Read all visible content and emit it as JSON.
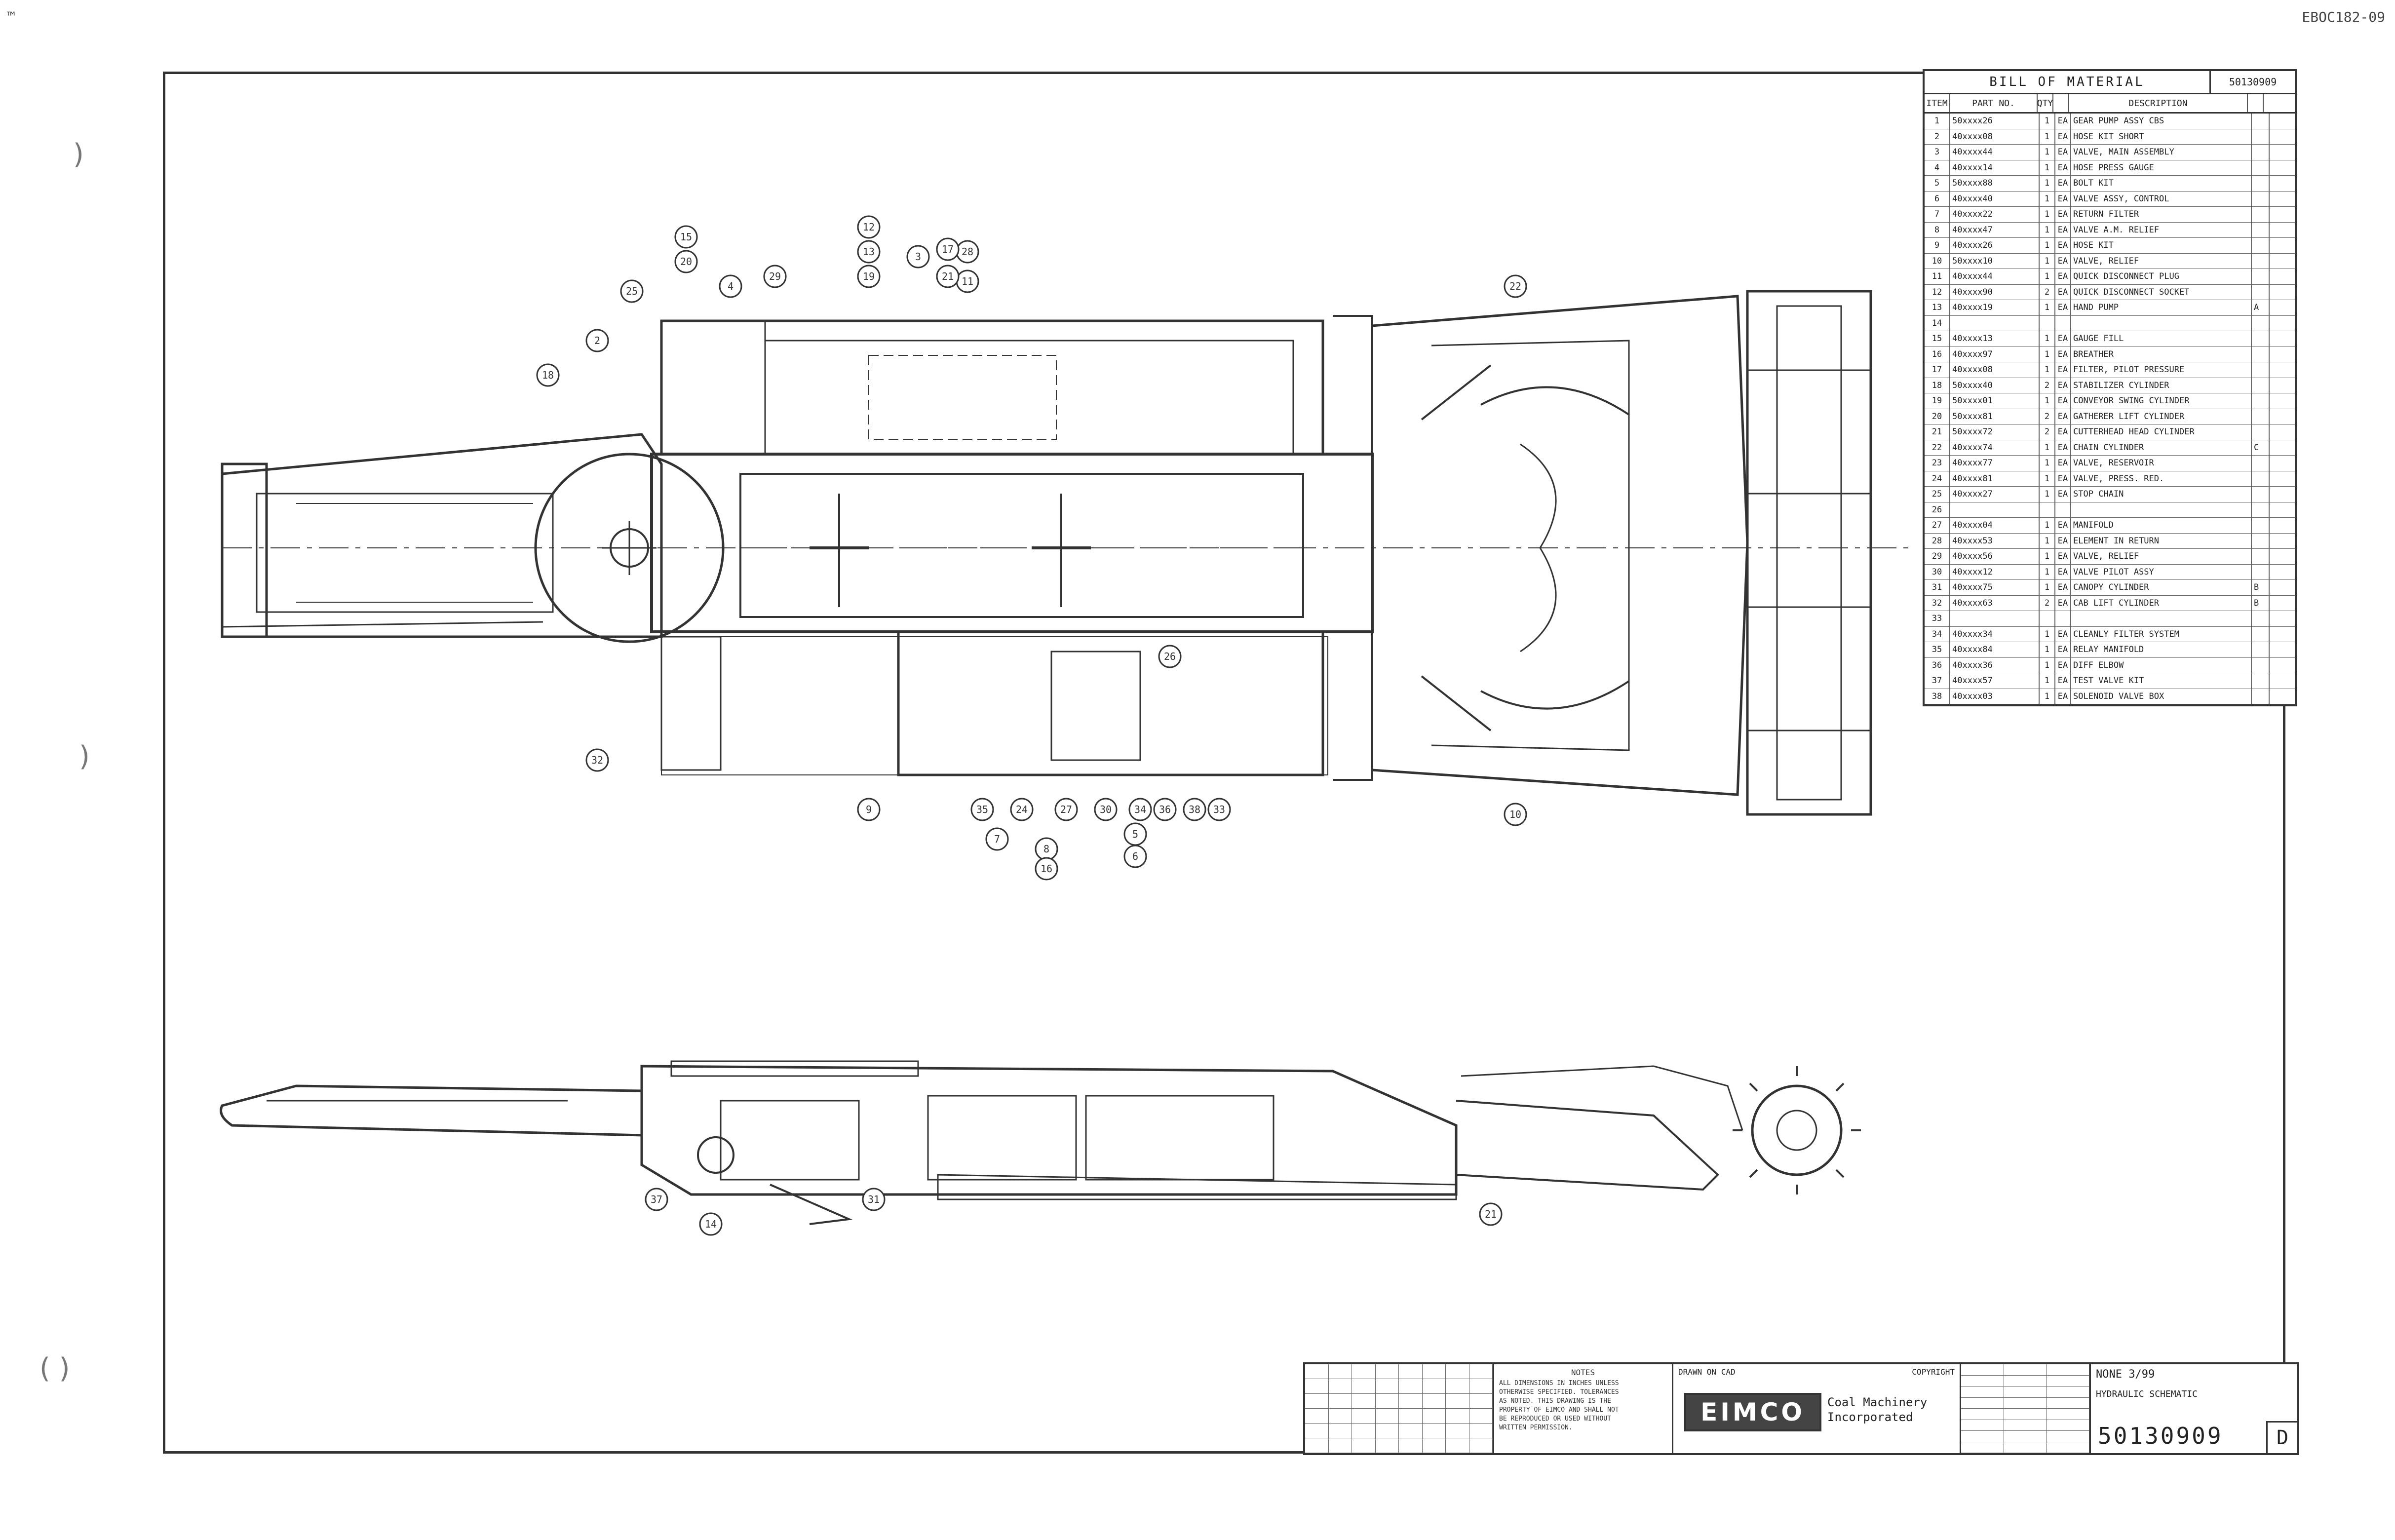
{
  "sheet": {
    "corner_top_left": "™",
    "corner_top_right": "EBOC182-09",
    "punch_marks": [
      ")",
      ")",
      "( )"
    ]
  },
  "bom": {
    "title": "BILL OF MATERIAL",
    "sheet_ref": "50130909",
    "columns": [
      "ITEM",
      "PART NO.",
      "QTY",
      "",
      "DESCRIPTION",
      "",
      ""
    ],
    "rows": [
      {
        "item": "1",
        "part": "50xxxx26",
        "qty": "1",
        "unit": "EA",
        "desc": "GEAR PUMP ASSY CBS",
        "note": ""
      },
      {
        "item": "2",
        "part": "40xxxx08",
        "qty": "1",
        "unit": "EA",
        "desc": "HOSE KIT SHORT",
        "note": ""
      },
      {
        "item": "3",
        "part": "40xxxx44",
        "qty": "1",
        "unit": "EA",
        "desc": "VALVE, MAIN ASSEMBLY",
        "note": ""
      },
      {
        "item": "4",
        "part": "40xxxx14",
        "qty": "1",
        "unit": "EA",
        "desc": "HOSE PRESS GAUGE",
        "note": ""
      },
      {
        "item": "5",
        "part": "50xxxx88",
        "qty": "1",
        "unit": "EA",
        "desc": "BOLT KIT",
        "note": ""
      },
      {
        "item": "6",
        "part": "40xxxx40",
        "qty": "1",
        "unit": "EA",
        "desc": "VALVE ASSY, CONTROL",
        "note": ""
      },
      {
        "item": "7",
        "part": "40xxxx22",
        "qty": "1",
        "unit": "EA",
        "desc": "RETURN FILTER",
        "note": ""
      },
      {
        "item": "8",
        "part": "40xxxx47",
        "qty": "1",
        "unit": "EA",
        "desc": "VALVE A.M. RELIEF",
        "note": ""
      },
      {
        "item": "9",
        "part": "40xxxx26",
        "qty": "1",
        "unit": "EA",
        "desc": "HOSE KIT",
        "note": ""
      },
      {
        "item": "10",
        "part": "50xxxx10",
        "qty": "1",
        "unit": "EA",
        "desc": "VALVE, RELIEF",
        "note": ""
      },
      {
        "item": "11",
        "part": "40xxxx44",
        "qty": "1",
        "unit": "EA",
        "desc": "QUICK DISCONNECT PLUG",
        "note": ""
      },
      {
        "item": "12",
        "part": "40xxxx90",
        "qty": "2",
        "unit": "EA",
        "desc": "QUICK DISCONNECT SOCKET",
        "note": ""
      },
      {
        "item": "13",
        "part": "40xxxx19",
        "qty": "1",
        "unit": "EA",
        "desc": "HAND PUMP",
        "note": "A"
      },
      {
        "item": "14",
        "part": "",
        "qty": "",
        "unit": "",
        "desc": "",
        "note": ""
      },
      {
        "item": "15",
        "part": "40xxxx13",
        "qty": "1",
        "unit": "EA",
        "desc": "GAUGE FILL",
        "note": ""
      },
      {
        "item": "16",
        "part": "40xxxx97",
        "qty": "1",
        "unit": "EA",
        "desc": "BREATHER",
        "note": ""
      },
      {
        "item": "17",
        "part": "40xxxx08",
        "qty": "1",
        "unit": "EA",
        "desc": "FILTER, PILOT PRESSURE",
        "note": ""
      },
      {
        "item": "18",
        "part": "50xxxx40",
        "qty": "2",
        "unit": "EA",
        "desc": "STABILIZER CYLINDER",
        "note": ""
      },
      {
        "item": "19",
        "part": "50xxxx01",
        "qty": "1",
        "unit": "EA",
        "desc": "CONVEYOR SWING CYLINDER",
        "note": ""
      },
      {
        "item": "20",
        "part": "50xxxx81",
        "qty": "2",
        "unit": "EA",
        "desc": "GATHERER LIFT CYLINDER",
        "note": ""
      },
      {
        "item": "21",
        "part": "50xxxx72",
        "qty": "2",
        "unit": "EA",
        "desc": "CUTTERHEAD HEAD CYLINDER",
        "note": ""
      },
      {
        "item": "22",
        "part": "40xxxx74",
        "qty": "1",
        "unit": "EA",
        "desc": "CHAIN CYLINDER",
        "note": "C"
      },
      {
        "item": "23",
        "part": "40xxxx77",
        "qty": "1",
        "unit": "EA",
        "desc": "VALVE, RESERVOIR",
        "note": ""
      },
      {
        "item": "24",
        "part": "40xxxx81",
        "qty": "1",
        "unit": "EA",
        "desc": "VALVE, PRESS. RED.",
        "note": ""
      },
      {
        "item": "25",
        "part": "40xxxx27",
        "qty": "1",
        "unit": "EA",
        "desc": "STOP CHAIN",
        "note": ""
      },
      {
        "item": "26",
        "part": "",
        "qty": "",
        "unit": "",
        "desc": "",
        "note": ""
      },
      {
        "item": "27",
        "part": "40xxxx04",
        "qty": "1",
        "unit": "EA",
        "desc": "MANIFOLD",
        "note": ""
      },
      {
        "item": "28",
        "part": "40xxxx53",
        "qty": "1",
        "unit": "EA",
        "desc": "ELEMENT IN RETURN",
        "note": ""
      },
      {
        "item": "29",
        "part": "40xxxx56",
        "qty": "1",
        "unit": "EA",
        "desc": "VALVE, RELIEF",
        "note": ""
      },
      {
        "item": "30",
        "part": "40xxxx12",
        "qty": "1",
        "unit": "EA",
        "desc": "VALVE PILOT ASSY",
        "note": ""
      },
      {
        "item": "31",
        "part": "40xxxx75",
        "qty": "1",
        "unit": "EA",
        "desc": "CANOPY CYLINDER",
        "note": "B"
      },
      {
        "item": "32",
        "part": "40xxxx63",
        "qty": "2",
        "unit": "EA",
        "desc": "CAB LIFT CYLINDER",
        "note": "B"
      },
      {
        "item": "33",
        "part": "",
        "qty": "",
        "unit": "",
        "desc": "",
        "note": ""
      },
      {
        "item": "34",
        "part": "40xxxx34",
        "qty": "1",
        "unit": "EA",
        "desc": "CLEANLY FILTER SYSTEM",
        "note": ""
      },
      {
        "item": "35",
        "part": "40xxxx84",
        "qty": "1",
        "unit": "EA",
        "desc": "RELAY MANIFOLD",
        "note": ""
      },
      {
        "item": "36",
        "part": "40xxxx36",
        "qty": "1",
        "unit": "EA",
        "desc": "DIFF ELBOW",
        "note": ""
      },
      {
        "item": "37",
        "part": "40xxxx57",
        "qty": "1",
        "unit": "EA",
        "desc": "TEST VALVE KIT",
        "note": ""
      },
      {
        "item": "38",
        "part": "40xxxx03",
        "qty": "1",
        "unit": "EA",
        "desc": "SOLENOID VALVE BOX",
        "note": ""
      }
    ]
  },
  "title_block": {
    "notes_title": "NOTES",
    "notes": [
      "ALL DIMENSIONS IN INCHES UNLESS",
      "OTHERWISE SPECIFIED. TOLERANCES",
      "AS NOTED. THIS DRAWING IS THE",
      "PROPERTY OF EIMCO AND SHALL NOT",
      "BE REPRODUCED OR USED WITHOUT",
      "WRITTEN PERMISSION."
    ],
    "drawn": "DRAWN ON CAD",
    "copyright": "COPYRIGHT",
    "logo": "EIMCO",
    "company_line1": "Coal Machinery",
    "company_line2": "Incorporated",
    "scale": "NONE 3/99",
    "title": "HYDRAULIC SCHEMATIC",
    "dwg_no": "50130909",
    "rev": "D"
  },
  "balloons": {
    "plan": [
      "12",
      "13",
      "19",
      "3",
      "28",
      "11",
      "4",
      "29",
      "15",
      "20",
      "25",
      "2",
      "18",
      "17",
      "32",
      "35",
      "36",
      "38",
      "26",
      "9",
      "22",
      "24",
      "27",
      "30",
      "34",
      "33",
      "5",
      "6",
      "8",
      "16",
      "7",
      "10",
      "21"
    ],
    "side": [
      "37",
      "14",
      "31",
      "21"
    ]
  },
  "colors": {
    "ink": "#333333",
    "paper": "#ffffff",
    "hatch": "#777777"
  }
}
